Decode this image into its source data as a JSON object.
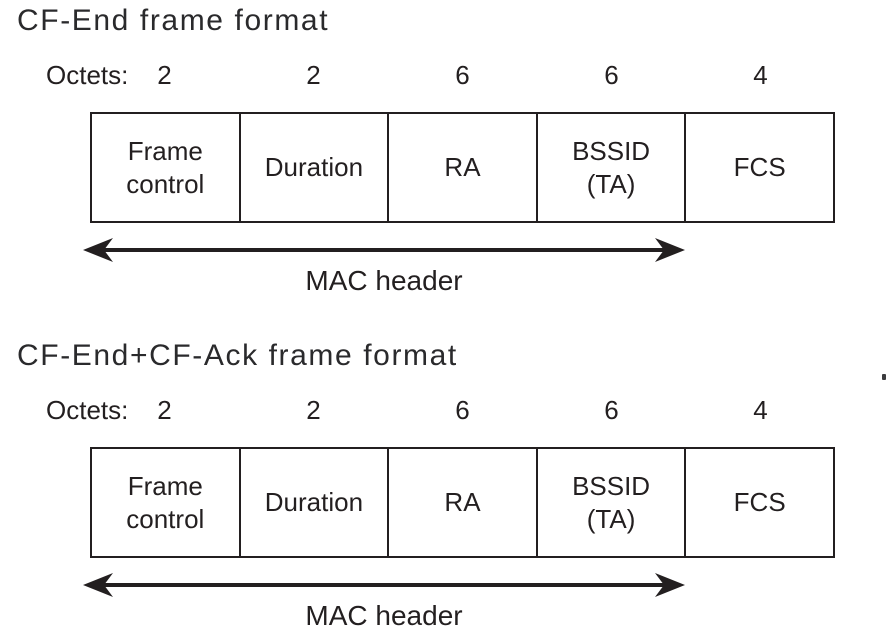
{
  "page": {
    "background_color": "#ffffff",
    "ink_color": "#231f20"
  },
  "sections": [
    {
      "title": "CF-End frame format",
      "octets_label": "Octets:",
      "octets": [
        "2",
        "2",
        "6",
        "6",
        "4"
      ],
      "fields": [
        "Frame\ncontrol",
        "Duration",
        "RA",
        "BSSID\n(TA)",
        "FCS"
      ],
      "arrow_label": "MAC header"
    },
    {
      "title": "CF-End+CF-Ack frame format",
      "octets_label": "Octets:",
      "octets": [
        "2",
        "2",
        "6",
        "6",
        "4"
      ],
      "fields": [
        "Frame\ncontrol",
        "Duration",
        "RA",
        "BSSID\n(TA)",
        "FCS"
      ],
      "arrow_label": "MAC header"
    }
  ]
}
